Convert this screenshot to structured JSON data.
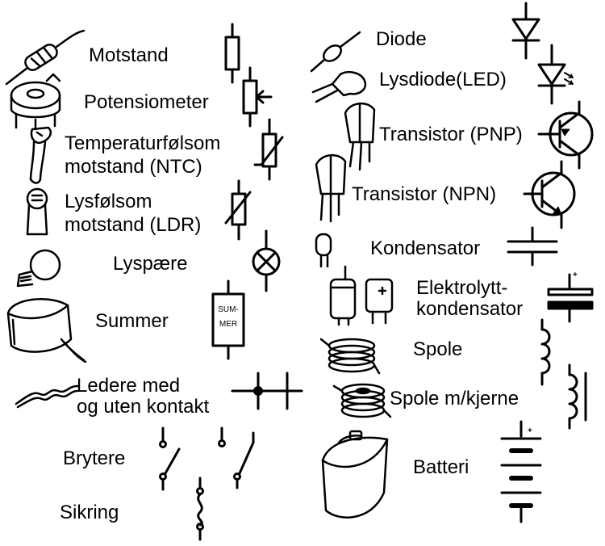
{
  "components": {
    "motstand": "Motstand",
    "potensiometer": "Potensiometer",
    "ntc_line1": "Temperaturfølsom",
    "ntc_line2": "motstand (NTC)",
    "ldr_line1": "Lysfølsom",
    "ldr_line2": "motstand (LDR)",
    "lyspaere": "Lyspære",
    "summer": "Summer",
    "summer_symbol_1": "SUM-",
    "summer_symbol_2": "MER",
    "ledere_line1": "Ledere med",
    "ledere_line2": "og uten kontakt",
    "brytere": "Brytere",
    "sikring": "Sikring",
    "diode": "Diode",
    "lysdiode": "Lysdiode(LED)",
    "transistor_pnp": "Transistor (PNP)",
    "transistor_npn": "Transistor (NPN)",
    "kondensator": "Kondensator",
    "elektrolytt_line1": "Elektrolytt-",
    "elektrolytt_line2": "kondensator",
    "polarity_plus": "+",
    "spole": "Spole",
    "spole_kjerne": "Spole m/kjerne",
    "batteri": "Batteri"
  }
}
